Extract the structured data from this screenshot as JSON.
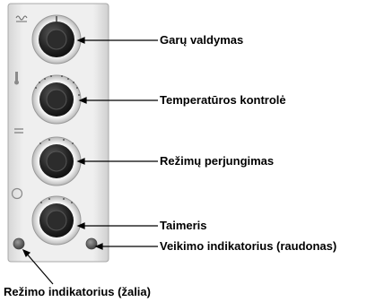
{
  "labels": {
    "steam_control": "Garų valdymas",
    "temperature_control": "Temperatūros kontrolė",
    "mode_switch": "Režimų perjungimas",
    "timer": "Taimeris",
    "operation_indicator": "Veikimo indikatorius (raudonas)",
    "mode_indicator": "Režimo indikatorius (žalia)"
  },
  "colors": {
    "panel": "#e9e9e9",
    "knob_dark": "#222222",
    "knob_ring": "#d0d0d0",
    "leader_line": "#000000",
    "indicator": "#6a6a6a"
  }
}
